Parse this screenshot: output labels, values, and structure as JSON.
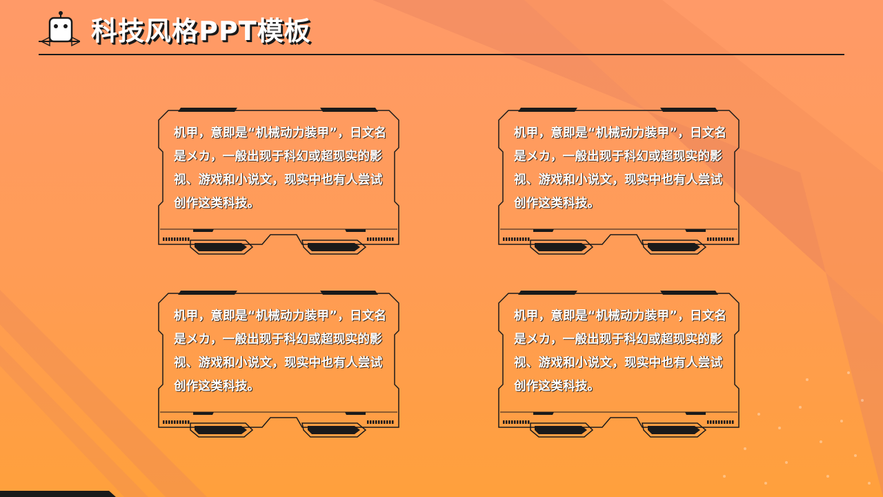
{
  "slide": {
    "title": "科技风格PPT模板",
    "icon": "robot-icon"
  },
  "cards": [
    {
      "text": "机甲，意即是“机械动力装甲”，日文名是メカ，一般出现于科幻或超现实的影视、游戏和小说文，现实中也有人尝试创作这类科技。"
    },
    {
      "text": "机甲，意即是“机械动力装甲”，日文名是メカ，一般出现于科幻或超现实的影视、游戏和小说文，现实中也有人尝试创作这类科技。"
    },
    {
      "text": "机甲，意即是“机械动力装甲”，日文名是メカ，一般出现于科幻或超现实的影视、游戏和小说文，现实中也有人尝试创作这类科技。"
    },
    {
      "text": "机甲，意即是“机械动力装甲”，日文名是メカ，一般出现于科幻或超现实的影视、游戏和小说文，现实中也有人尝试创作这类科技。"
    }
  ],
  "colors": {
    "accent": "#ff9a5c",
    "outline": "#1a1a1a",
    "text": "#ffffff"
  }
}
